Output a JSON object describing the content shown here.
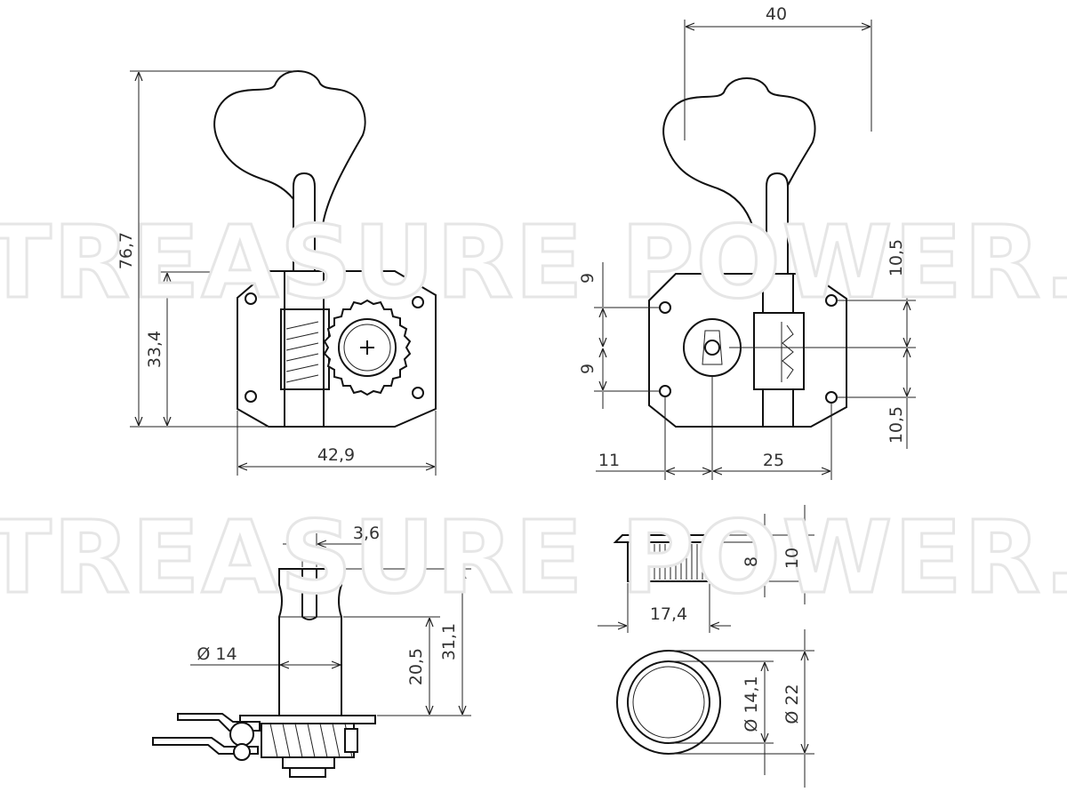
{
  "watermark": "TREASURE POWER.",
  "dimensions": {
    "front_height_total": "76,7",
    "front_height_plate": "33,4",
    "front_width": "42,9",
    "back_width_top": "40",
    "back_right_top": "10,5",
    "back_right_bottom": "10,5",
    "back_left_top": "9",
    "back_left_bottom": "9",
    "back_bottom_left": "11",
    "back_bottom_right": "25",
    "side_slot": "3,6",
    "side_diameter": "Ø 14",
    "side_height_short": "20,5",
    "side_height_long": "31,1",
    "bushing_width": "17,4",
    "bushing_inner_height": "8",
    "bushing_outer_height": "10",
    "bushing_inner_diameter": "Ø 14,1",
    "bushing_outer_diameter": "Ø 22"
  }
}
